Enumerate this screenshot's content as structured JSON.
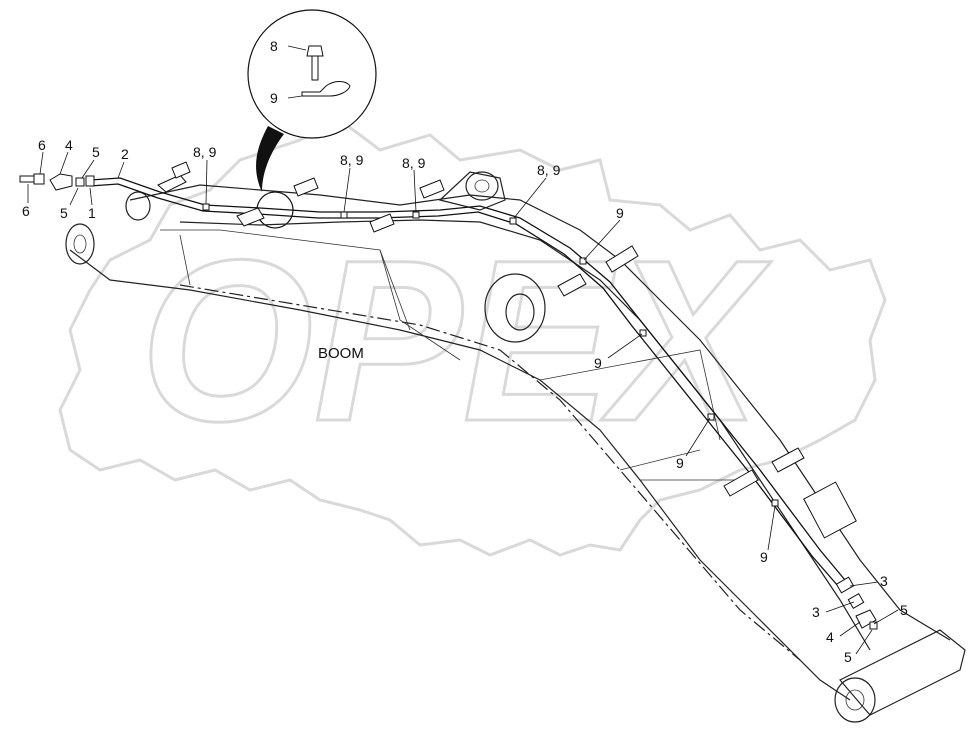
{
  "diagram": {
    "watermark": "OPEX",
    "boom_label": "BOOM",
    "callouts": {
      "c1": "1",
      "c2": "2",
      "c3a": "3",
      "c3b": "3",
      "c4a": "4",
      "c4b": "4",
      "c5a": "5",
      "c5b": "5",
      "c5c": "5",
      "c5d": "5",
      "c6a": "6",
      "c6b": "6",
      "c89a": "8, 9",
      "c89b": "8, 9",
      "c89c": "8, 9",
      "c89d": "8, 9",
      "c9a": "9",
      "c9b": "9",
      "c9c": "9",
      "c9d": "9",
      "detail8": "8",
      "detail9": "9"
    }
  }
}
